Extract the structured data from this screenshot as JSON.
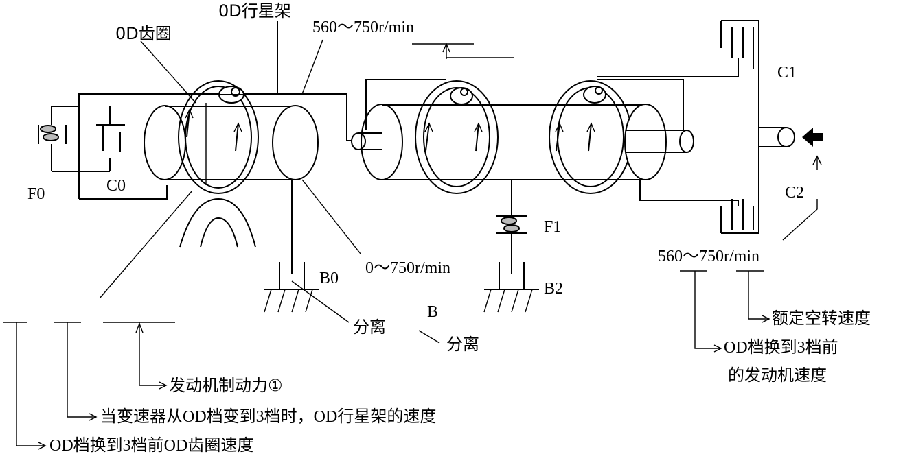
{
  "labels": {
    "od_carrier": "0D行星架",
    "od_ring_gear": "0D齿圈",
    "speed_top": "560～750r/min",
    "c1": "C1",
    "c2": "C2",
    "f0": "F0",
    "c0": "C0",
    "f1": "F1",
    "b0": "B0",
    "b2": "B2",
    "b": "B",
    "speed_mid": "0～750r/min",
    "speed_right": "560～750r/min",
    "released_1": "分离",
    "released_2": "分离",
    "rated_idle_speed": "额定空转速度",
    "engine_speed_before_l1": "OD档换到3档前",
    "engine_speed_before_l2": "的发动机速度",
    "engine_braking": "发动机制动力①",
    "carrier_speed_shift": "当变速器从OD档变到3档时，OD行星架的速度",
    "ring_gear_speed_before": "OD档换到3档前OD齿圈速度"
  }
}
